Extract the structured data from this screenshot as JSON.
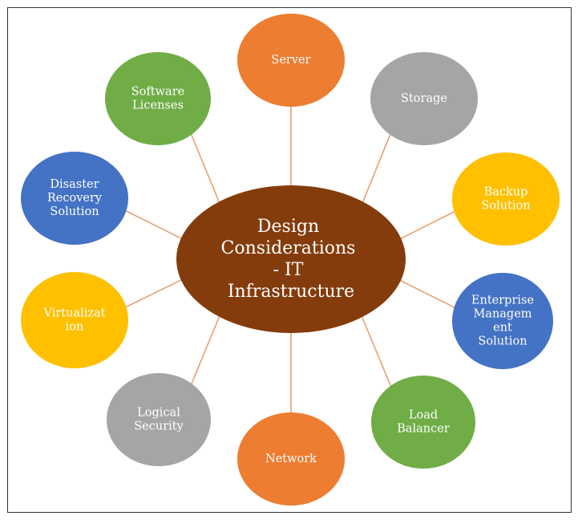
{
  "title": "Design Considerations - IT Infrastructure",
  "colors": {
    "line": "#E8A070",
    "center": "#843C0C",
    "orange": "#ED7D31",
    "gray": "#A5A5A5",
    "gold": "#FFC000",
    "blue": "#4472C4",
    "green": "#70AD47"
  },
  "center": {
    "lines": [
      "Design",
      "Considerations",
      "- IT",
      "Infrastructure"
    ]
  },
  "nodes": [
    {
      "id": "server",
      "lines": [
        "Server"
      ],
      "color": "orange"
    },
    {
      "id": "storage",
      "lines": [
        "Storage"
      ],
      "color": "gray"
    },
    {
      "id": "backup-solution",
      "lines": [
        "Backup",
        "Solution"
      ],
      "color": "gold"
    },
    {
      "id": "enterprise-management-solution",
      "lines": [
        "Enterprise",
        "Managem",
        "ent",
        "Solution"
      ],
      "color": "blue"
    },
    {
      "id": "load-balancer",
      "lines": [
        "Load",
        "Balancer"
      ],
      "color": "green"
    },
    {
      "id": "network",
      "lines": [
        "Network"
      ],
      "color": "orange"
    },
    {
      "id": "logical-security",
      "lines": [
        "Logical",
        "Security"
      ],
      "color": "gray"
    },
    {
      "id": "virtualization",
      "lines": [
        "Virtualizat",
        "ion"
      ],
      "color": "gold"
    },
    {
      "id": "disaster-recovery-solution",
      "lines": [
        "Disaster",
        "Recovery",
        "Solution"
      ],
      "color": "blue"
    },
    {
      "id": "software-licenses",
      "lines": [
        "Software",
        "Licenses"
      ],
      "color": "green"
    }
  ]
}
